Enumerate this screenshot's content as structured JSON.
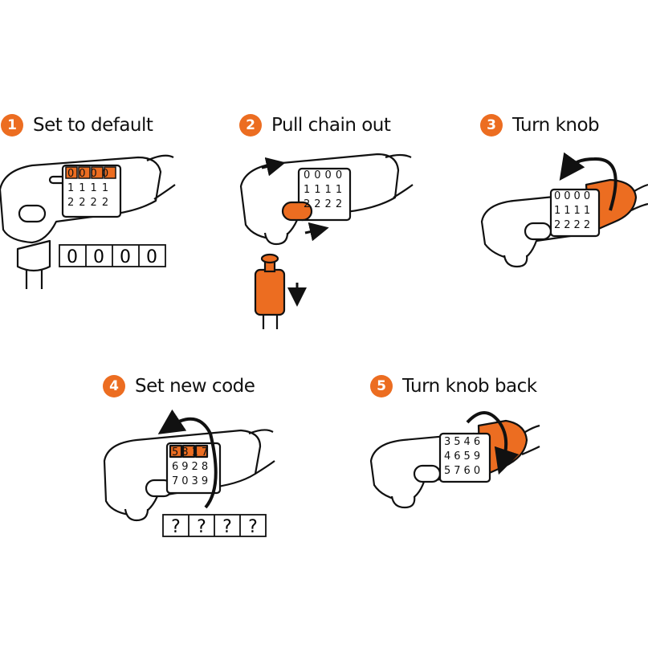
{
  "steps": [
    {
      "number": "1",
      "title": "Set to default"
    },
    {
      "number": "2",
      "title": "Pull chain out"
    },
    {
      "number": "3",
      "title": "Turn knob"
    },
    {
      "number": "4",
      "title": "Set new code"
    },
    {
      "number": "5",
      "title": "Turn knob back"
    }
  ],
  "codes": {
    "default": [
      "0",
      "0",
      "0",
      "0"
    ],
    "new": [
      "?",
      "?",
      "?",
      "?"
    ]
  },
  "dials": {
    "step1_rows": [
      "0000",
      "1111",
      "2222"
    ],
    "step2_rows": [
      "0000",
      "1111",
      "2222"
    ],
    "step3_rows": [
      "0000",
      "1111",
      "2222"
    ],
    "step4_rows": [
      "5817",
      "6928",
      "7039"
    ],
    "step5_rows": [
      "3546",
      "4659",
      "5760"
    ]
  },
  "colors": {
    "accent": "#ec6d21",
    "ink": "#111111",
    "body": "#ffffff"
  }
}
